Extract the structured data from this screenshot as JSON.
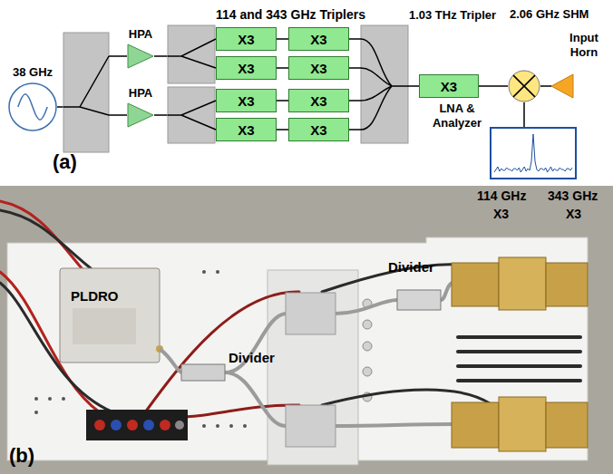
{
  "diagram": {
    "nodes": [
      {
        "text": [
          "38 GHz"
        ]
      },
      {
        "text": [
          "HPA"
        ]
      },
      {
        "text": [
          "HPA"
        ]
      },
      {
        "text": [
          "X3"
        ]
      },
      {
        "text": [
          "X3"
        ]
      },
      {
        "text": [
          "X3"
        ]
      },
      {
        "text": [
          "X3"
        ]
      },
      {
        "text": [
          "X3"
        ]
      },
      {
        "text": [
          "X3"
        ]
      },
      {
        "text": [
          "X3"
        ]
      },
      {
        "text": [
          "X3"
        ]
      },
      {
        "text": [
          "1.03 THz Tripler",
          "X3"
        ]
      },
      {
        "text": [
          "2.06 GHz SHM"
        ]
      },
      {
        "text": [
          "Input Horn"
        ]
      },
      {
        "text": [
          "LNA & Analyzer"
        ]
      }
    ],
    "edges": [
      {
        "from": 3,
        "to": 4,
        "arrow": "none"
      },
      {
        "from": 5,
        "to": 6,
        "arrow": "none"
      },
      {
        "from": 7,
        "to": 8,
        "arrow": "none"
      },
      {
        "from": 9,
        "to": 10,
        "arrow": "none"
      },
      {
        "from": 11,
        "to": 12,
        "arrow": "none"
      },
      {
        "from": 13,
        "to": 12,
        "arrow": "none"
      },
      {
        "from": 12,
        "to": 14,
        "arrow": "none"
      }
    ],
    "labels": [
      "114 and 343 GHz Triplers",
      "(a)",
      "PLDRO",
      "Divider",
      "Divider",
      "114 GHz",
      "343 GHz",
      "X3",
      "X3",
      "(b)"
    ]
  }
}
